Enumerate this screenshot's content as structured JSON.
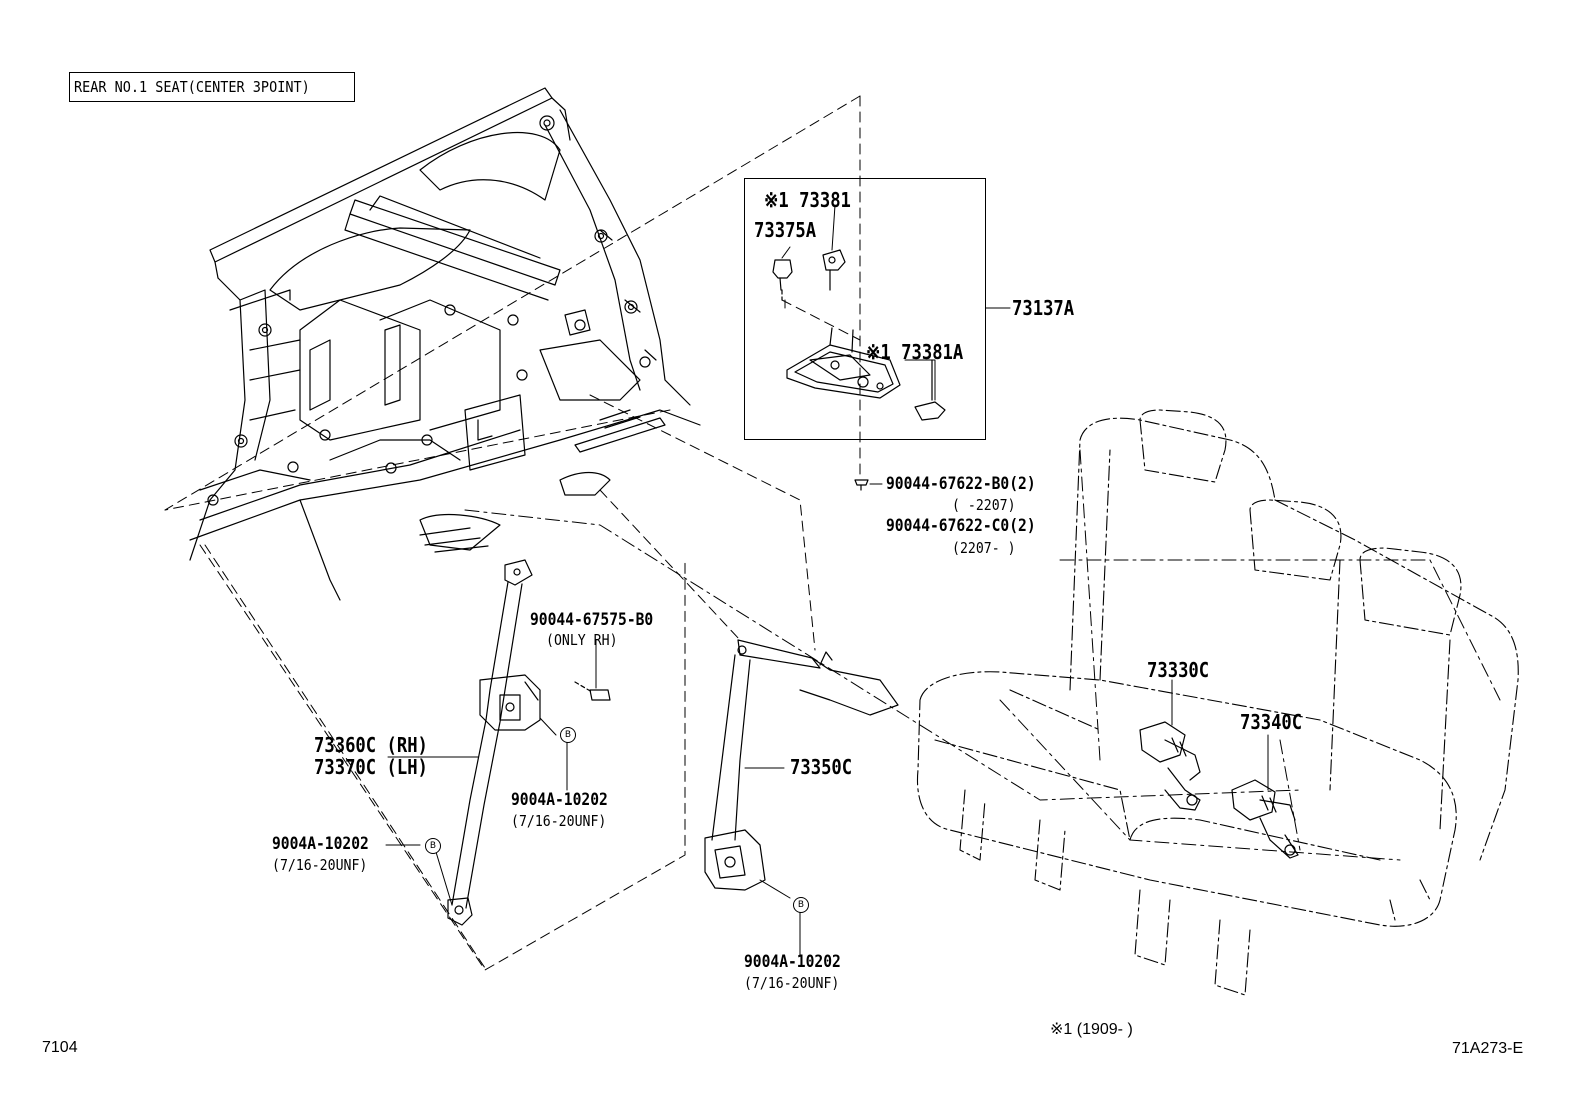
{
  "title": "REAR NO.1 SEAT(CENTER 3POINT)",
  "page_code_left": "7104",
  "page_code_right": "71A273-E",
  "footnote": "※1 (1909-     )",
  "bolt_mark": "B",
  "parts": {
    "p73381": "※1 73381",
    "p73375A": "73375A",
    "p73137A": "73137A",
    "p73381A": "※1 73381A",
    "screw_b0": "90044-67622-B0(2)",
    "screw_b0_range": "(     -2207)",
    "screw_c0": "90044-67622-C0(2)",
    "screw_c0_range": "(2207-     )",
    "bolt_67575": "90044-67575-B0",
    "bolt_67575_note": "(ONLY RH)",
    "belt_rh": "73360C (RH)",
    "belt_lh": "73370C (LH)",
    "bolt_a_1": "9004A-10202",
    "bolt_a_1_thread": "(7/16-20UNF)",
    "bolt_a_2": "9004A-10202",
    "bolt_a_2_thread": "(7/16-20UNF)",
    "bolt_a_3": "9004A-10202",
    "bolt_a_3_thread": "(7/16-20UNF)",
    "belt_center": "73350C",
    "buckle_1": "73330C",
    "buckle_2": "73340C"
  }
}
